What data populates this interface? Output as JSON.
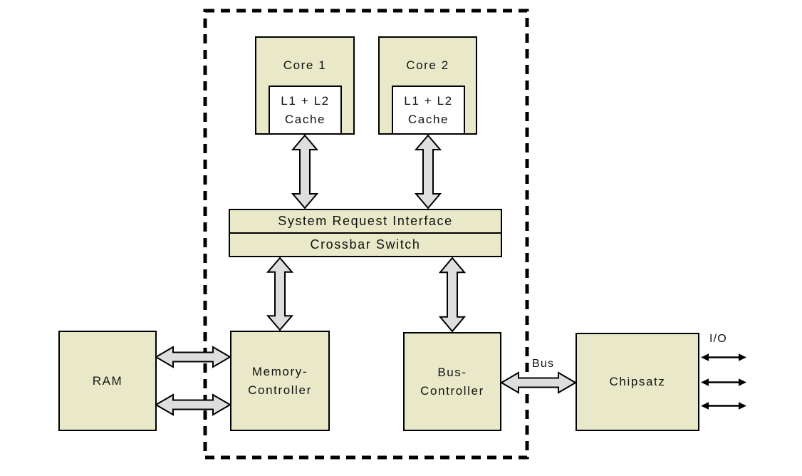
{
  "diagram": {
    "title_implicit": "Dual-core CPU block diagram",
    "nodes": {
      "core1": {
        "label": "Core 1"
      },
      "core2": {
        "label": "Core 2"
      },
      "cache1": {
        "line1": "L1 + L2",
        "line2": "Cache"
      },
      "cache2": {
        "line1": "L1 + L2",
        "line2": "Cache"
      },
      "sri": {
        "label": "System Request Interface"
      },
      "crossbar": {
        "label": "Crossbar Switch"
      },
      "ram": {
        "label": "RAM"
      },
      "memory_controller": {
        "line1": "Memory-",
        "line2": "Controller"
      },
      "bus_controller": {
        "line1": "Bus-",
        "line2": "Controller"
      },
      "chipsatz": {
        "label": "Chipsatz"
      }
    },
    "labels": {
      "bus": "Bus",
      "io": "I/O"
    },
    "connections": [
      "cache1 <-> system request interface",
      "cache2 <-> system request interface",
      "crossbar switch <-> memory-controller",
      "crossbar switch <-> bus-controller",
      "ram <-> memory-controller (2 channels)",
      "bus-controller <-> chipsatz (bus)",
      "chipsatz <-> i/o (3 lines)"
    ]
  },
  "colors": {
    "node_fill": "#e9e9c9",
    "arrow_fill": "#dedede",
    "line": "#000000",
    "background": "#ffffff"
  }
}
